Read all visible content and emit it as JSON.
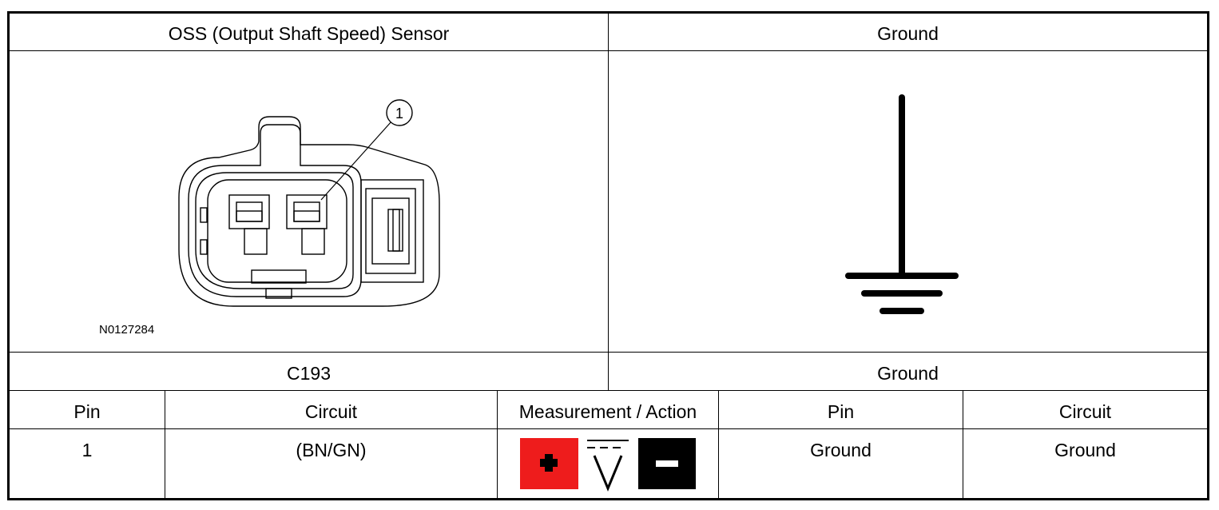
{
  "top_row": {
    "left_header": "OSS (Output Shaft Speed) Sensor",
    "right_header": "Ground"
  },
  "connector_image": {
    "callout_number": "1",
    "figure_id": "N0127284"
  },
  "ground_symbol": {
    "icon": "ground-symbol-icon"
  },
  "connector_row": {
    "left_label": "C193",
    "right_label": "Ground"
  },
  "table": {
    "headers": [
      "Pin",
      "Circuit",
      "Measurement / Action",
      "Pin",
      "Circuit"
    ],
    "rows": [
      {
        "pin": "1",
        "circuit": "(BN/GN)",
        "measurement": "voltmeter-dc-icon",
        "ground_pin": "Ground",
        "ground_circuit": "Ground"
      }
    ]
  },
  "colors": {
    "positive_probe": "#ee1c1c",
    "negative_probe": "#000000"
  }
}
